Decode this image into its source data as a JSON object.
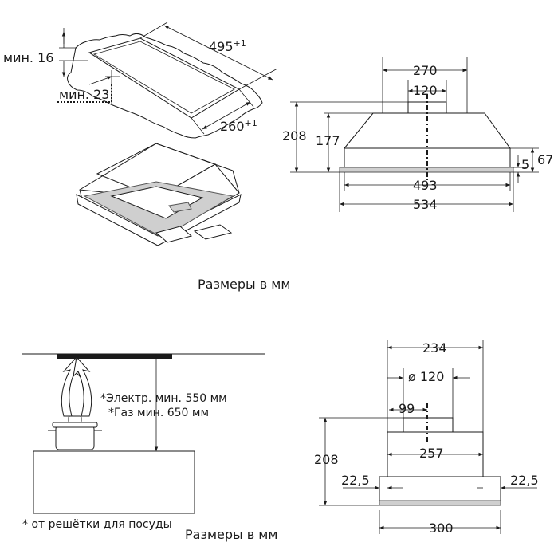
{
  "panels": {
    "cutout": {
      "dim_min16": "мин. 16",
      "dim_min23": "мин. 23",
      "dim_495": "495",
      "dim_495_tol": "+1",
      "dim_260": "260",
      "dim_260_tol": "+1"
    },
    "front": {
      "dim_270": "270",
      "dim_120": "120",
      "dim_208": "208",
      "dim_177": "177",
      "dim_67": "67",
      "dim_5": "5",
      "dim_493": "493",
      "dim_534": "534"
    },
    "caption_top": "Размеры в мм",
    "install": {
      "note_electric": "*Электр. мин. 550 мм",
      "note_gas": "*Газ мин. 650 мм",
      "footnote": "* от решётки для посуды"
    },
    "caption_bottom": "Размеры в мм",
    "side": {
      "dim_234": "234",
      "dim_diam120": "ø 120",
      "dim_99": "99",
      "dim_257": "257",
      "dim_208": "208",
      "dim_22_5_left": "22,5",
      "dim_22_5_right": "22,5",
      "dim_300": "300"
    }
  }
}
